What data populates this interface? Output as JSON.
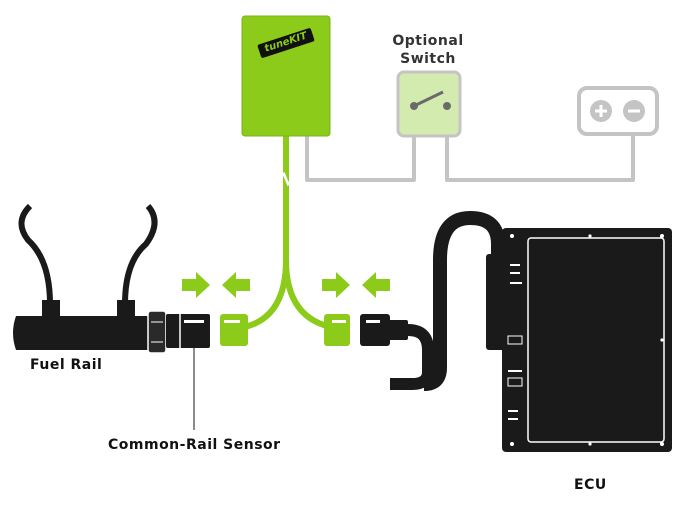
{
  "labels": {
    "switch_line1": "Optional",
    "switch_line2": "Switch",
    "fuel_rail": "Fuel Rail",
    "sensor": "Common-Rail Sensor",
    "ecu": "ECU",
    "brand": "tuneKIT"
  },
  "colors": {
    "green": "#8ccb1a",
    "light_green": "#d4ebb0",
    "grey": "#c4c4c4",
    "black": "#1a1a1a"
  },
  "icons": [
    "tuning-module-icon",
    "switch-icon",
    "battery-icon",
    "fuel-rail-icon",
    "sensor-connector-icon",
    "ecu-icon",
    "arrow-icon"
  ]
}
